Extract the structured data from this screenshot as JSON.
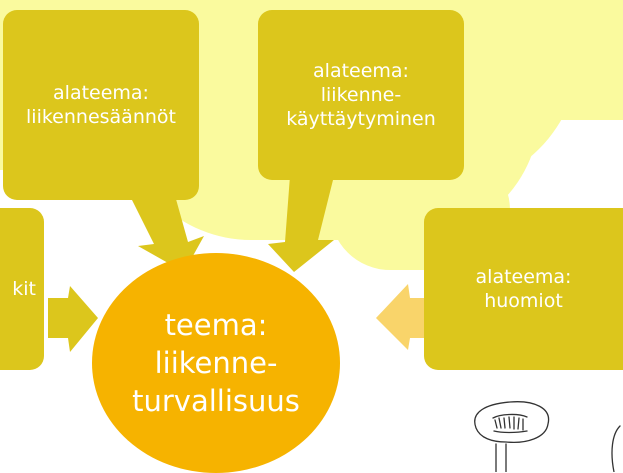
{
  "diagram": {
    "center": {
      "line1": "teema:",
      "line2": "liikenne-",
      "line3": "turvallisuus"
    },
    "subtopics": {
      "top_left": {
        "line1": "alateema:",
        "line2": "liikennesäännöt"
      },
      "top_right": {
        "line1": "alateema:",
        "line2": "liikenne-",
        "line3": "käyttäytyminen"
      },
      "right": {
        "line1": "alateema:",
        "line2": "huomiot"
      },
      "left_partial": {
        "text": "kit"
      }
    },
    "colors": {
      "cloud": "#fafa9e",
      "subtopic_box": "#dcc61c",
      "center_circle": "#f6b300",
      "arrow": "#dcc61c",
      "arrow_light": "#f9d46a"
    },
    "icons": [
      "cloud-shape",
      "arrow-down",
      "arrow-right",
      "arrow-left",
      "doodle-figure"
    ]
  }
}
